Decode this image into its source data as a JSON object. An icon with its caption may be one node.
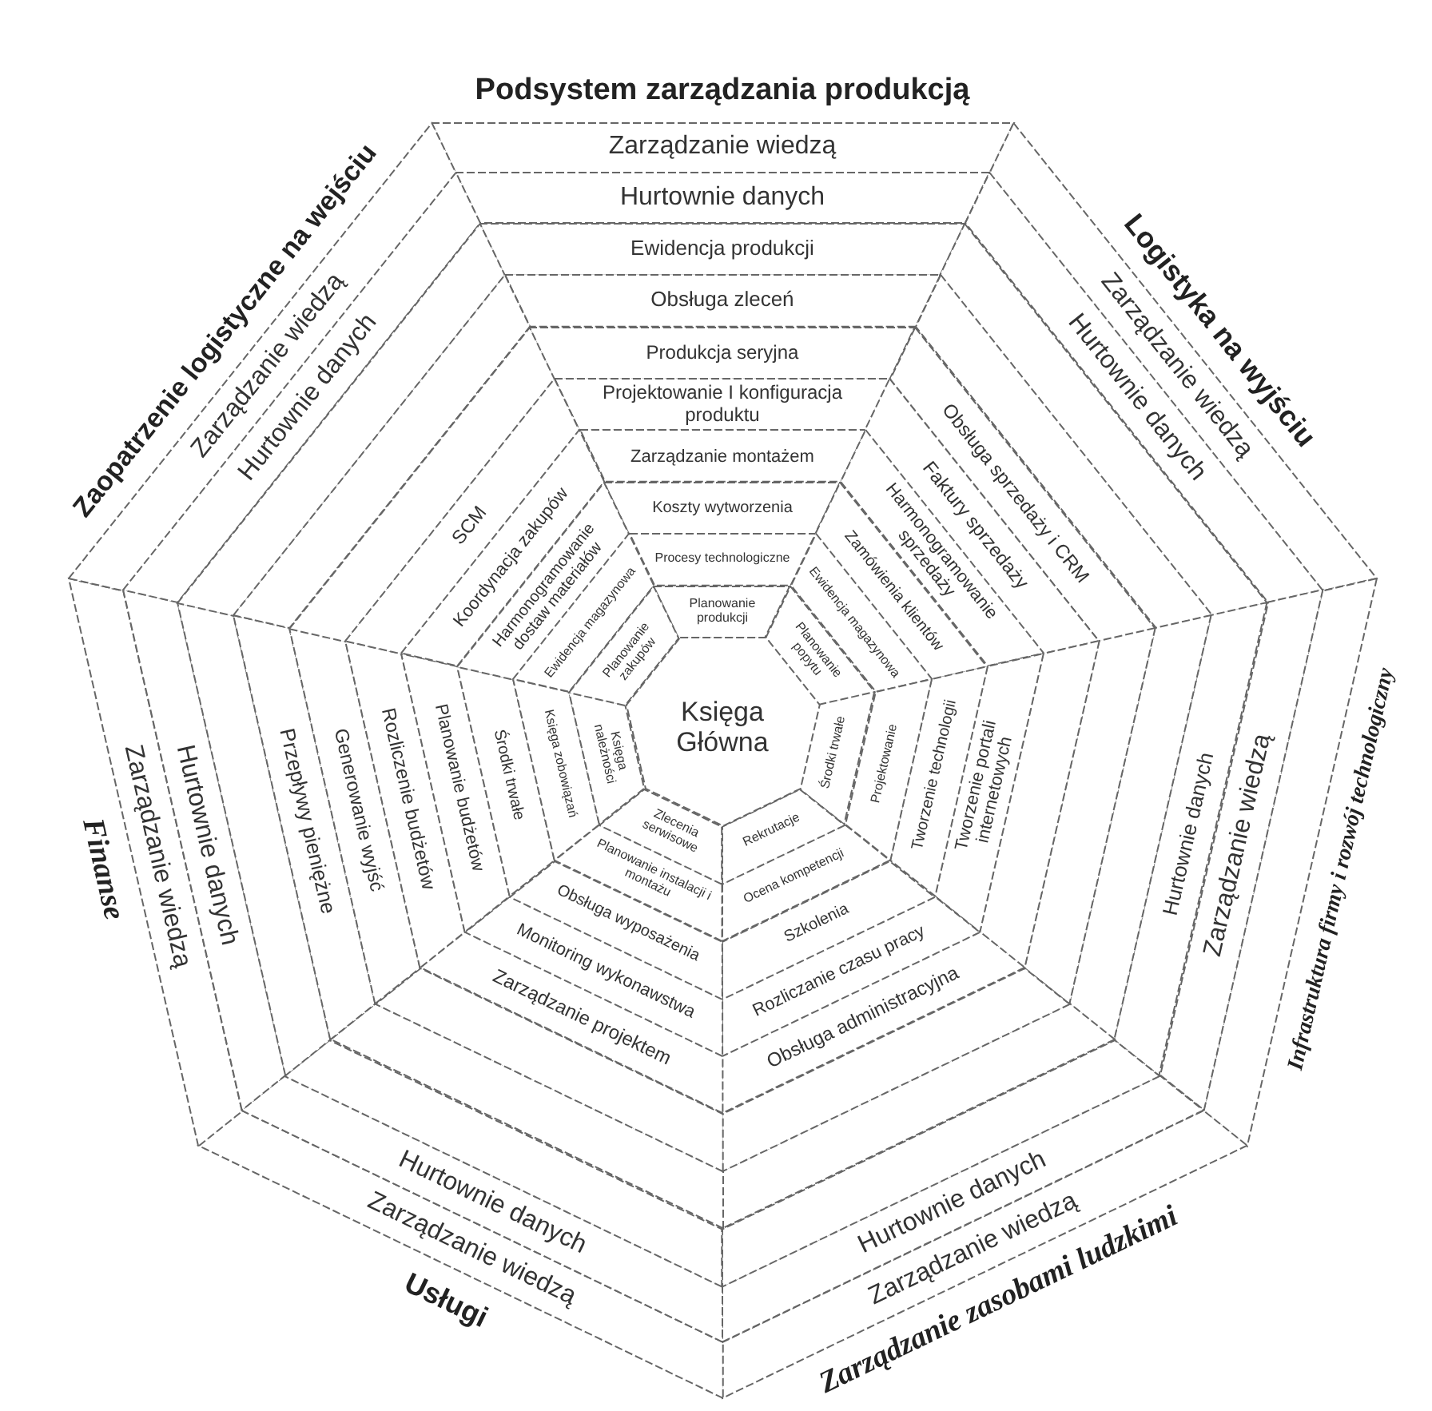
{
  "diagram": {
    "nodes": [
      {
        "text": [
          "Zarządzanie wiedzą"
        ]
      },
      {
        "text": [
          "Hurtownie danych"
        ]
      },
      {
        "text": [
          "Ewidencja produkcji"
        ]
      },
      {
        "text": [
          "Obsługa zleceń"
        ]
      },
      {
        "text": [
          "Produkcja seryjna"
        ]
      },
      {
        "text": [
          "Projektowanie I konfiguracja produktu"
        ]
      },
      {
        "text": [
          "Zarządzanie montażem"
        ]
      },
      {
        "text": [
          "Koszty wytworzenia"
        ]
      },
      {
        "text": [
          "Procesy technologiczne"
        ]
      },
      {
        "text": [
          "Planowanie produkcji"
        ]
      },
      {
        "text": [
          "Zarządzanie wiedzą"
        ]
      },
      {
        "text": [
          "Hurtownie danych"
        ]
      },
      {
        "text": [],
        "shape": "trapezoid"
      },
      {
        "text": [],
        "shape": "trapezoid"
      },
      {
        "text": [
          "Obsługa sprzedaży i CRM"
        ]
      },
      {
        "text": [
          "Faktury sprzedaży"
        ]
      },
      {
        "text": [
          "Harmonogramowanie sprzedaży"
        ]
      },
      {
        "text": [
          "Zamówienia klientów"
        ]
      },
      {
        "text": [
          "Ewidencja magazynowa"
        ]
      },
      {
        "text": [
          "Planowanie popytu"
        ]
      },
      {
        "text": [],
        "shape": "trapezoid"
      },
      {
        "text": [
          "Zarządzanie wiedzą"
        ]
      },
      {
        "text": [
          "Hurtownie danych"
        ]
      },
      {
        "text": [],
        "shape": "trapezoid"
      },
      {
        "text": [],
        "shape": "trapezoid"
      },
      {
        "text": [],
        "shape": "trapezoid"
      },
      {
        "text": [
          "Tworzenie portali internetowych"
        ]
      },
      {
        "text": [
          "Tworzenie technologii"
        ]
      },
      {
        "text": [
          "Projektowanie"
        ]
      },
      {
        "text": [
          "Środki trwałe"
        ]
      },
      {
        "text": [
          "Zarządzanie wiedzą"
        ]
      },
      {
        "text": [
          "Hurtownie danych"
        ]
      },
      {
        "text": [],
        "shape": "trapezoid"
      },
      {
        "text": [],
        "shape": "trapezoid"
      },
      {
        "text": [],
        "shape": "trapezoid"
      },
      {
        "text": [
          "Obsługa administracyjna"
        ]
      },
      {
        "text": [
          "Rozliczanie czasu pracy"
        ]
      },
      {
        "text": [
          "Szkolenia"
        ]
      },
      {
        "text": [
          "Ocena kompetencji"
        ]
      },
      {
        "text": [
          "Rekrutacje"
        ]
      },
      {
        "text": [
          "Zarządzanie wiedzą"
        ]
      },
      {
        "text": [
          "Hurtownie danych"
        ]
      },
      {
        "text": [],
        "shape": "trapezoid"
      },
      {
        "text": [],
        "shape": "trapezoid"
      },
      {
        "text": [],
        "shape": "trapezoid"
      },
      {
        "text": [
          "Zarządzanie projektem"
        ]
      },
      {
        "text": [
          "Monitoring wykonawstwa"
        ]
      },
      {
        "text": [
          "Obsługa wyposażenia"
        ]
      },
      {
        "text": [
          "Planowanie instalacji i montażu"
        ]
      },
      {
        "text": [
          "Zlecenia serwisowe"
        ]
      },
      {
        "text": [
          "Zarządzanie wiedzą"
        ]
      },
      {
        "text": [
          "Hurtownie danych"
        ]
      },
      {
        "text": [],
        "shape": "trapezoid"
      },
      {
        "text": [
          "Przepływy pieniężne"
        ]
      },
      {
        "text": [
          "Generowanie wyjść"
        ]
      },
      {
        "text": [
          "Rozliczenie budżetów"
        ]
      },
      {
        "text": [
          "Planowanie budżetów"
        ]
      },
      {
        "text": [
          "Środki trwałe"
        ]
      },
      {
        "text": [
          "Księga zobowiązań"
        ]
      },
      {
        "text": [
          "Księga należności"
        ]
      },
      {
        "text": [
          "Zarządzanie wiedzą"
        ]
      },
      {
        "text": [
          "Hurtownie danych"
        ]
      },
      {
        "text": [],
        "shape": "trapezoid"
      },
      {
        "text": [],
        "shape": "trapezoid"
      },
      {
        "text": [],
        "shape": "trapezoid"
      },
      {
        "text": [
          "SCM"
        ]
      },
      {
        "text": [
          "Koordynacja zakupów"
        ]
      },
      {
        "text": [
          "Harmonogramowanie dostaw materiałów"
        ]
      },
      {
        "text": [
          "Ewidencja magazynowa"
        ]
      },
      {
        "text": [
          "Planowanie zakupów"
        ]
      },
      {
        "text": [
          "Księga Główna"
        ]
      }
    ],
    "labels": [
      "Podsystem zarządzania produkcją",
      "Logistyka na wyjściu",
      "Infrastruktura firmy i rozwój technologiczny",
      "Zarządzanie zasobami ludzkimi",
      "Usługi",
      "Finanse",
      "Zaopatrzenie logistyczne na wejściu"
    ]
  }
}
